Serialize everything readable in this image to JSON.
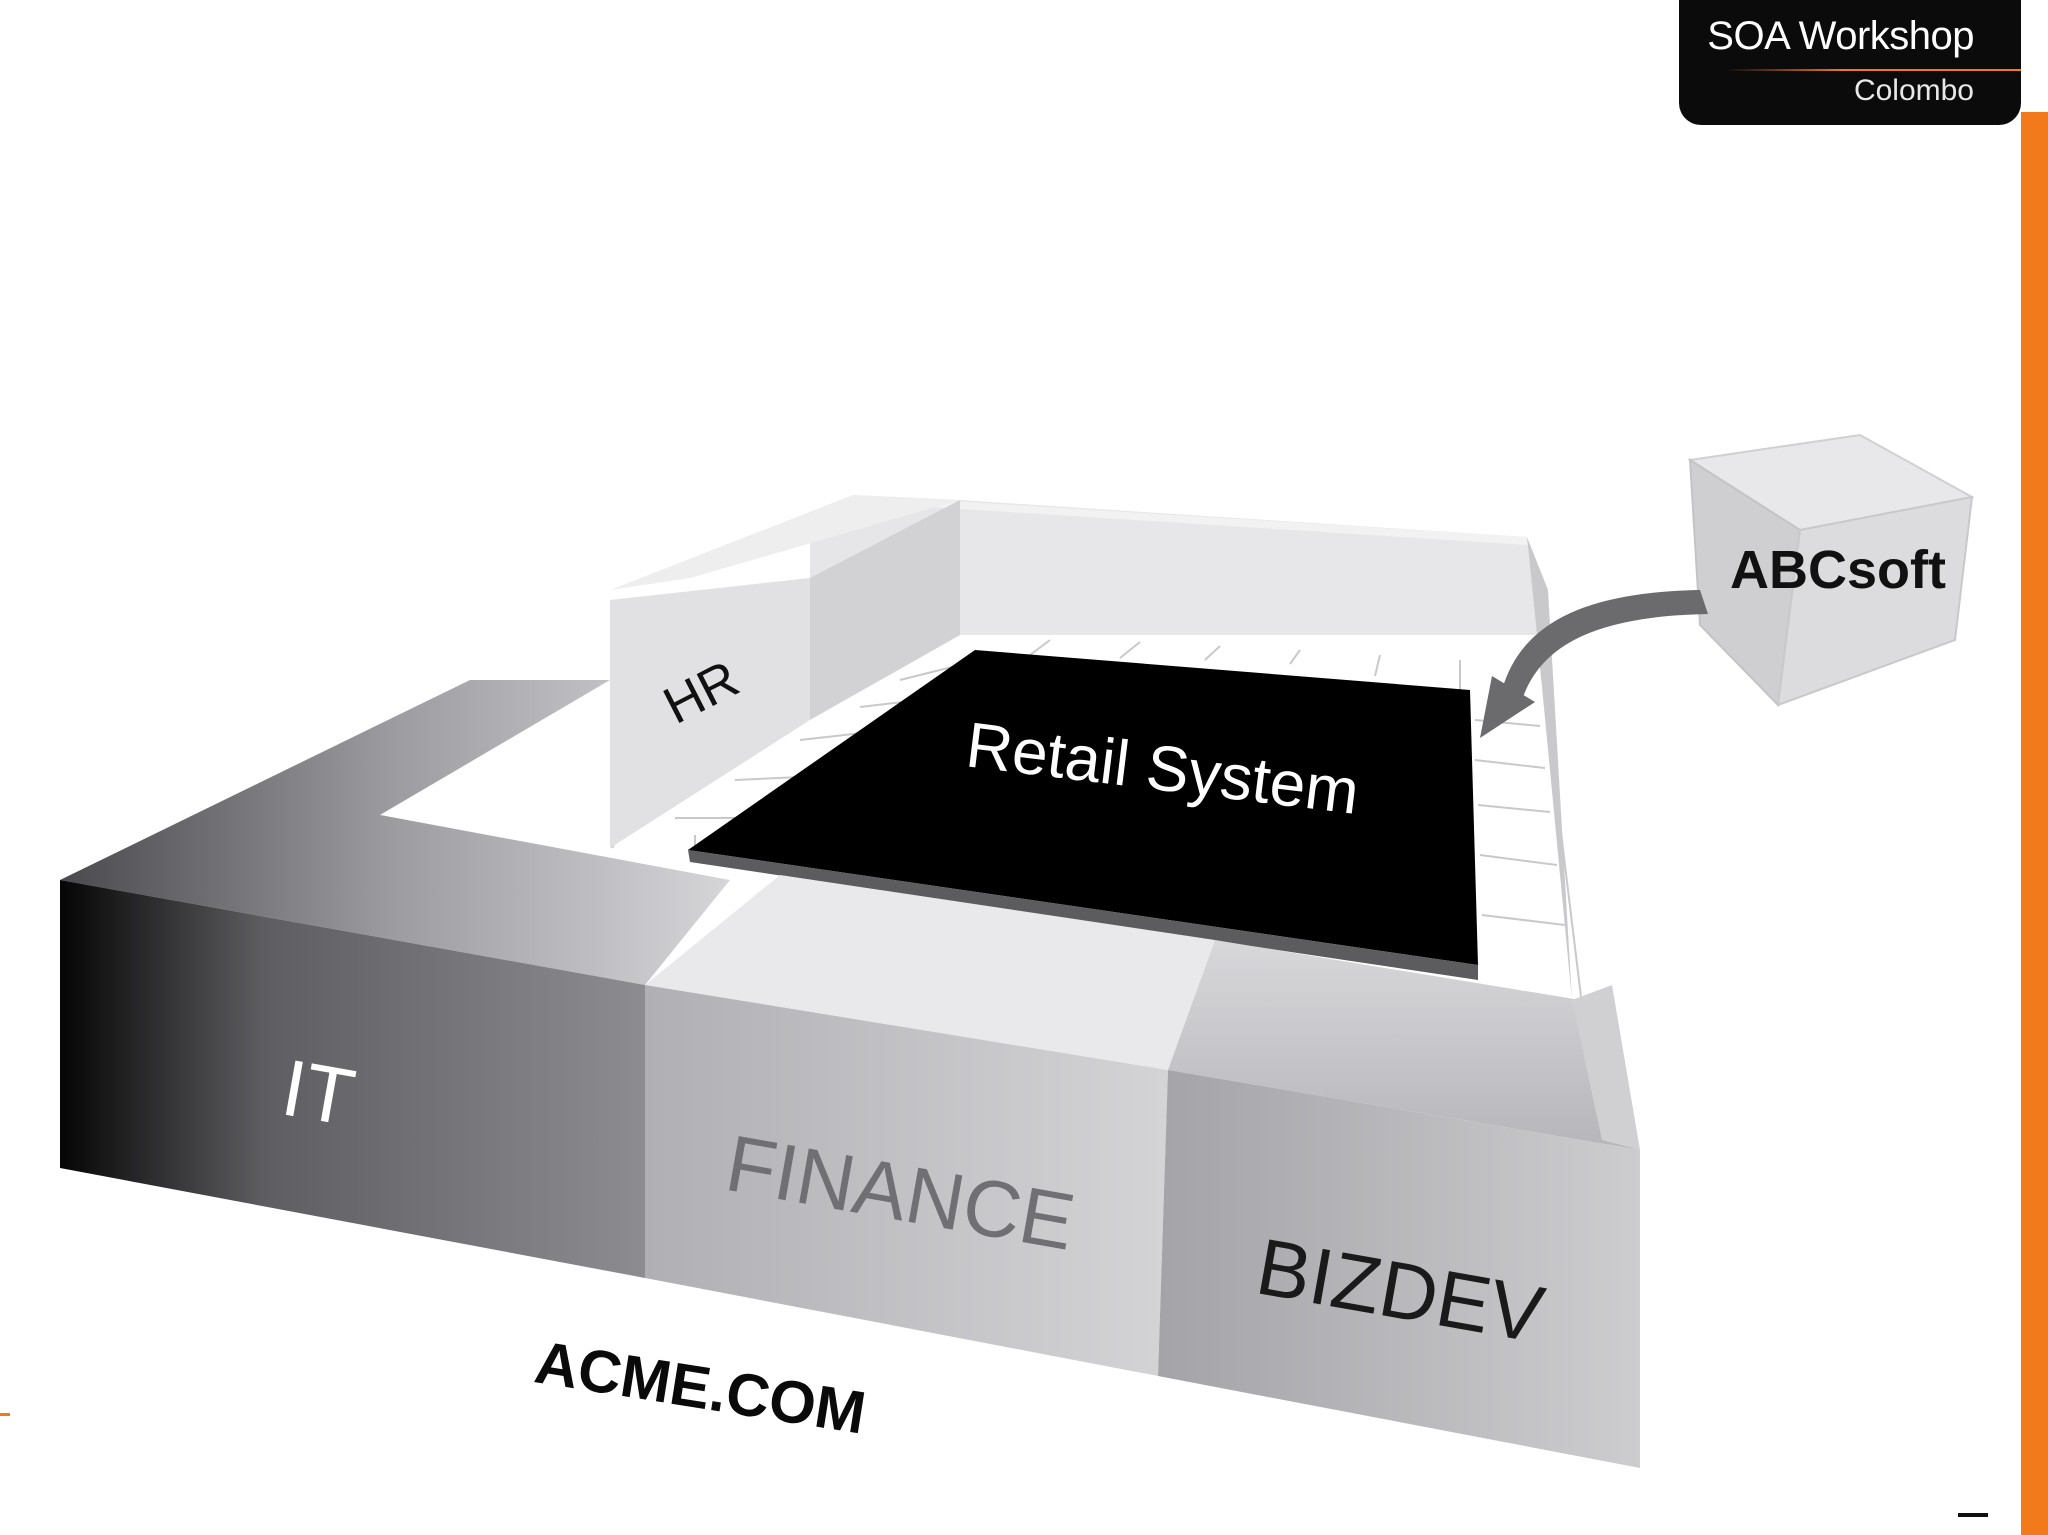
{
  "header": {
    "title": "SOA Workshop",
    "subtitle": "Colombo"
  },
  "diagram": {
    "departments": {
      "hr": "HR",
      "it": "IT",
      "finance": "FINANCE",
      "bizdev": "BIZDEV"
    },
    "core_system": "Retail System",
    "vendor": "ABCsoft",
    "organization": "ACME.COM"
  },
  "colors": {
    "accent": "#f27a1a",
    "header_background": "#0b0b0b",
    "core_system_fill": "#000000"
  },
  "icons": {
    "vendor_arrow": "curved-arrow-icon",
    "vendor_box": "cube-icon"
  }
}
